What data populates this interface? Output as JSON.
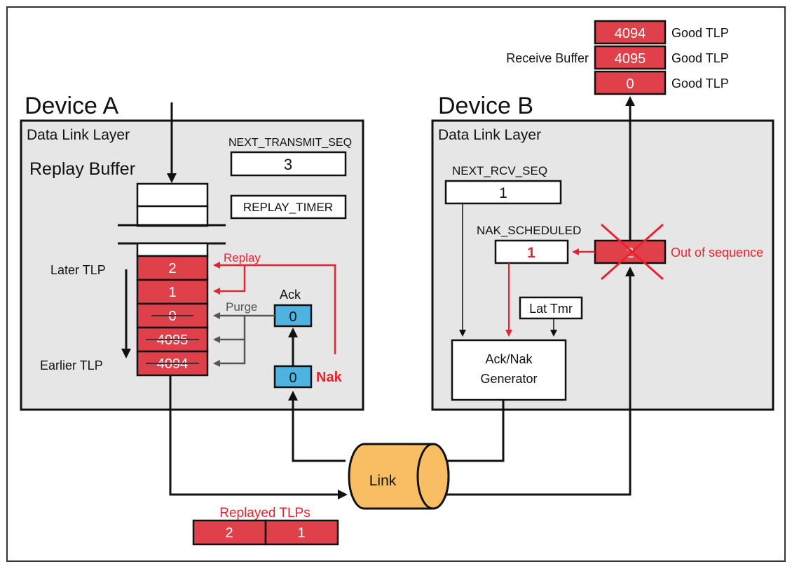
{
  "device_a": {
    "title": "Device A",
    "layer_label": "Data Link Layer",
    "replay_buffer_label": "Replay Buffer",
    "next_transmit_seq_label": "NEXT_TRANSMIT_SEQ",
    "next_transmit_seq_value": "3",
    "replay_timer_label": "REPLAY_TIMER",
    "later_tlp_label": "Later TLP",
    "earlier_tlp_label": "Earlier TLP",
    "replay_label": "Replay",
    "purge_label": "Purge",
    "ack_label": "Ack",
    "ack_value": "0",
    "nak_value": "0",
    "nak_label": "Nak",
    "buffer_entries": [
      {
        "value": "2",
        "purged": false
      },
      {
        "value": "1",
        "purged": false
      },
      {
        "value": "0",
        "purged": true
      },
      {
        "value": "4095",
        "purged": true
      },
      {
        "value": "4094",
        "purged": true
      }
    ]
  },
  "device_b": {
    "title": "Device B",
    "layer_label": "Data Link Layer",
    "next_rcv_seq_label": "NEXT_RCV_SEQ",
    "next_rcv_seq_value": "1",
    "nak_scheduled_label": "NAK_SCHEDULED",
    "nak_scheduled_value": "1",
    "incoming_tlp_value": "2",
    "out_of_sequence_label": "Out of sequence",
    "lat_tmr_label": "Lat Tmr",
    "generator_label_line1": "Ack/Nak",
    "generator_label_line2": "Generator"
  },
  "receive_buffer": {
    "label": "Receive Buffer",
    "entries": [
      {
        "value": "4094",
        "status": "Good TLP"
      },
      {
        "value": "4095",
        "status": "Good TLP"
      },
      {
        "value": "0",
        "status": "Good TLP"
      }
    ]
  },
  "link": {
    "label": "Link"
  },
  "replayed": {
    "label": "Replayed TLPs",
    "entries": [
      "2",
      "1"
    ]
  },
  "colors": {
    "tlp_red": "#E0404A",
    "accent_red": "#E8222E",
    "ack_blue": "#4EB3E0",
    "link_orange": "#F9BE63",
    "panel_gray": "#E6E6E6",
    "arrow_gray": "#555555"
  }
}
